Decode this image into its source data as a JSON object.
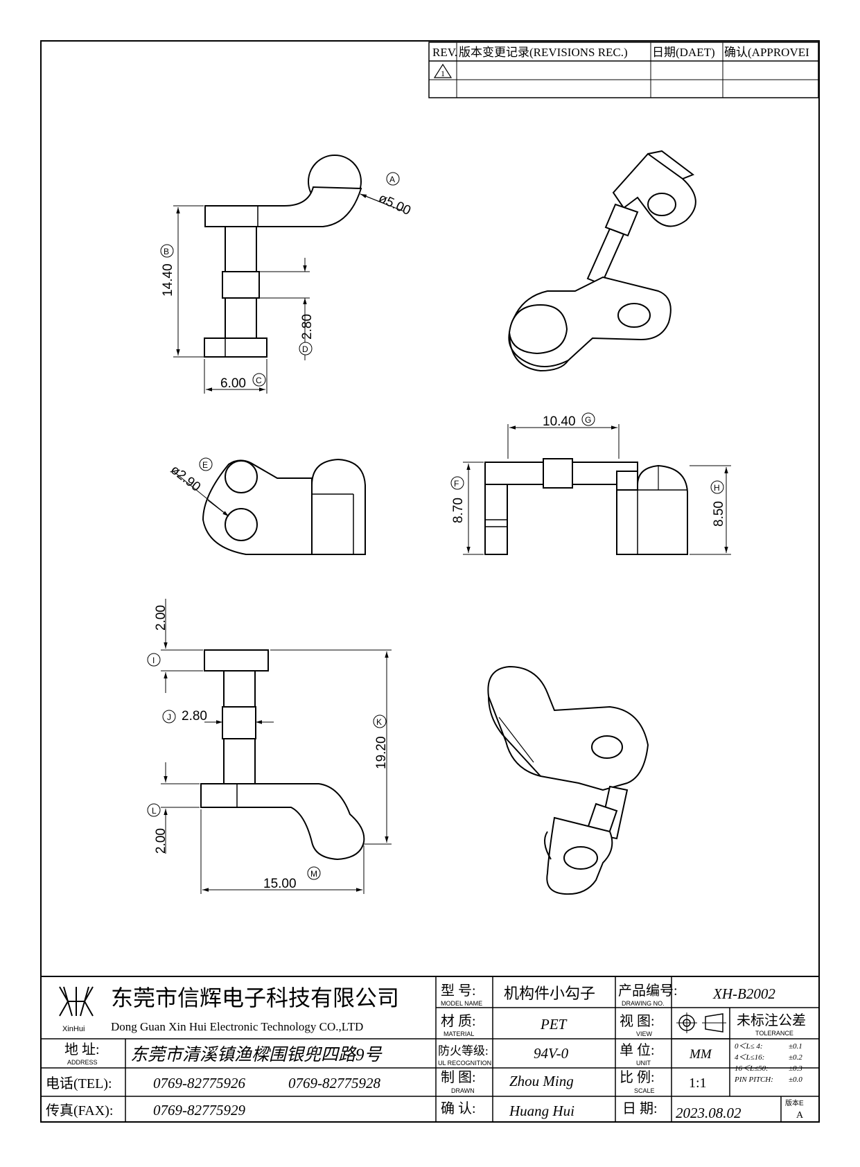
{
  "revision_table": {
    "headers": [
      "REV.",
      "版本变更记录(REVISIONS REC.)",
      "日期(DAET)",
      "确认(APPROVEI"
    ],
    "rows": [
      [
        "1",
        "",
        "",
        ""
      ],
      [
        "",
        "",
        "",
        ""
      ]
    ]
  },
  "dimensions": {
    "A": {
      "label": "A",
      "value": "ø5.00"
    },
    "B": {
      "label": "B",
      "value": "14.40"
    },
    "C": {
      "label": "C",
      "value": "6.00"
    },
    "D": {
      "label": "D",
      "value": "2.80"
    },
    "E": {
      "label": "E",
      "value": "ø2.90"
    },
    "F": {
      "label": "F",
      "value": "8.70"
    },
    "G": {
      "label": "G",
      "value": "10.40"
    },
    "H": {
      "label": "H",
      "value": "8.50"
    },
    "I": {
      "label": "I",
      "value": "2.00"
    },
    "J": {
      "label": "J",
      "value": "2.80"
    },
    "K": {
      "label": "K",
      "value": "19.20"
    },
    "L": {
      "label": "L",
      "value": "2.00"
    },
    "M": {
      "label": "M",
      "value": "15.00"
    }
  },
  "title_block": {
    "logo_text": "XinHui",
    "company_cn": "东莞市信辉电子科技有限公司",
    "company_en": "Dong Guan Xin Hui Electronic Technology CO.,LTD",
    "address_label": "地 址:",
    "address_label_en": "ADDRESS",
    "address": "东莞市清溪镇渔樑围银兜四路9号",
    "tel_label": "电话(TEL):",
    "tel1": "0769-82775926",
    "tel2": "0769-82775928",
    "fax_label": "传真(FAX):",
    "fax": "0769-82775929",
    "model_label": "型 号:",
    "model_label_en": "MODEL NAME",
    "model": "机构件小勾子",
    "drawing_no_label": "产品编号:",
    "drawing_no_label_en": "DRAWING NO.",
    "drawing_no": "XH-B2002",
    "material_label": "材 质:",
    "material_label_en": "MATERIAL",
    "material": "PET",
    "view_label": "视 图:",
    "view_label_en": "VIEW",
    "ul_label": "防火等级:",
    "ul_label_en": "UL RECOGNITION",
    "ul": "94V-0",
    "unit_label": "单 位:",
    "unit_label_en": "UNIT",
    "unit": "MM",
    "drawn_label": "制 图:",
    "drawn_label_en": "DRAWN",
    "drawn": "Zhou Ming",
    "scale_label": "比 例:",
    "scale_label_en": "SCALE",
    "scale": "1:1",
    "checked_label": "确 认:",
    "checked": "Huang Hui",
    "date_label": "日 期:",
    "date": "2023.08.02",
    "version_label": "版本E",
    "version": "A",
    "tolerance_title": "未标注公差",
    "tolerance_title_en": "TOLERANCE",
    "tolerances": [
      {
        "range": "0＜L≤ 4:",
        "value": "±0.1"
      },
      {
        "range": "4＜L≤16:",
        "value": "±0.2"
      },
      {
        "range": "16＜L≤50:",
        "value": "±0.3"
      },
      {
        "range": "PIN PITCH:",
        "value": "±0.0"
      }
    ]
  }
}
